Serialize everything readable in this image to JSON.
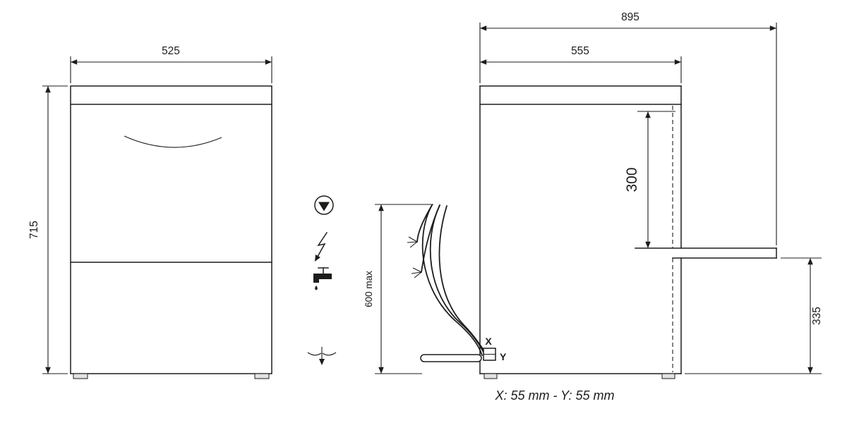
{
  "front_view": {
    "width_label": "525",
    "height_label": "715"
  },
  "side_view": {
    "overall_depth_label": "895",
    "top_depth_label": "555",
    "rear_clearance_label": "300",
    "cable_length_label": "600 max",
    "worktop_height_label": "335",
    "x_label": "X",
    "y_label": "Y"
  },
  "caption": "X: 55 mm - Y: 55 mm",
  "icons": {
    "pump": "drain-pump-icon",
    "electricity": "electricity-icon",
    "water": "water-tap-icon",
    "drain": "drain-icon"
  },
  "colors": {
    "line": "#1d1d1b",
    "background": "#ffffff"
  }
}
